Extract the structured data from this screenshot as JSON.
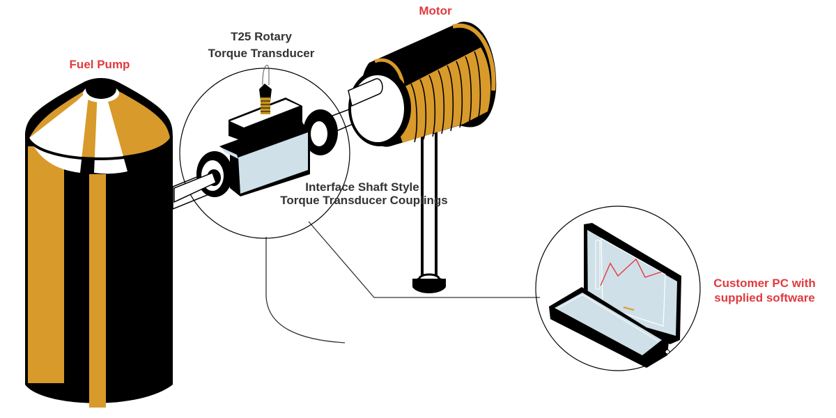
{
  "diagram": {
    "title": "Fuel pump torque test setup",
    "colors": {
      "accent_gold": "#d89a2b",
      "label_red": "#e03a3e",
      "label_dark": "#333333",
      "screen_blue": "#cfe0e8",
      "outline": "#000000",
      "graph_line": "#e03a3e"
    },
    "labels": {
      "fuel_pump": "Fuel Pump",
      "motor": "Motor",
      "transducer_line1": "T25 Rotary",
      "transducer_line2": "Torque Transducer",
      "couplings_line1": "Interface Shaft Style",
      "couplings_line2": "Torque Transducer Couplings",
      "pc_line1": "Customer PC with",
      "pc_line2": "supplied software"
    },
    "components": [
      {
        "name": "fuel-pump",
        "label": "Fuel Pump"
      },
      {
        "name": "torque-transducer",
        "label": "T25 Rotary Torque Transducer"
      },
      {
        "name": "couplings",
        "label": "Interface Shaft Style Torque Transducer Couplings"
      },
      {
        "name": "motor",
        "label": "Motor"
      },
      {
        "name": "customer-pc",
        "label": "Customer PC with supplied software"
      }
    ]
  }
}
